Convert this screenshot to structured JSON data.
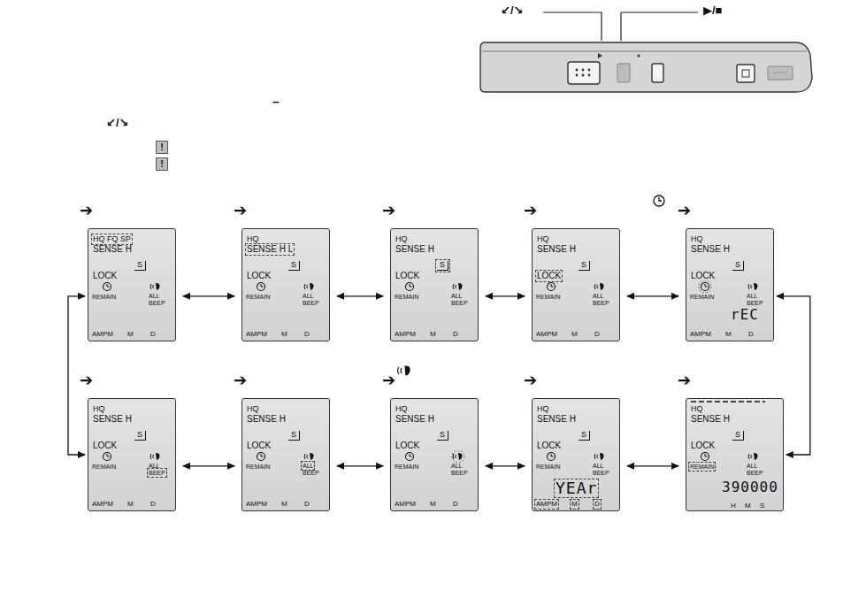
{
  "diagram": {
    "nodes": [
      {
        "text": [
          "HQ FQ SP",
          "SENSE H",
          "S",
          "LOCK",
          "REMAIN",
          "ALL",
          "BEEP",
          "AMPM",
          "M",
          "D"
        ]
      },
      {
        "text": [
          "HQ",
          "SENSE H L",
          "S",
          "LOCK",
          "REMAIN",
          "ALL",
          "BEEP",
          "AMPM",
          "M",
          "D"
        ]
      },
      {
        "text": [
          "HQ",
          "SENSE H",
          "S",
          "LOCK",
          "REMAIN",
          "ALL",
          "BEEP",
          "AMPM",
          "M",
          "D"
        ]
      },
      {
        "text": [
          "HQ",
          "SENSE H",
          "S",
          "LOCK",
          "REMAIN",
          "ALL",
          "BEEP",
          "AMPM",
          "M",
          "D"
        ]
      },
      {
        "text": [
          "HQ",
          "SENSE H",
          "S",
          "LOCK",
          "REMAIN",
          "ALL",
          "BEEP",
          "AMPM",
          "M",
          "D",
          "rEC"
        ]
      },
      {
        "text": [
          "HQ",
          "SENSE H",
          "S",
          "LOCK",
          "REMAIN",
          "ALL",
          "BEEP",
          "AMPM",
          "M",
          "D"
        ]
      },
      {
        "text": [
          "HQ",
          "SENSE H",
          "S",
          "LOCK",
          "REMAIN",
          "ALL",
          "BEEP",
          "AMPM",
          "M",
          "D"
        ]
      },
      {
        "text": [
          "HQ",
          "SENSE H",
          "S",
          "LOCK",
          "REMAIN",
          "ALL",
          "BEEP",
          "AMPM",
          "M",
          "D"
        ]
      },
      {
        "text": [
          "HQ",
          "SENSE H",
          "S",
          "LOCK",
          "REMAIN",
          "ALL",
          "BEEP",
          "AMPM",
          "M",
          "D",
          "YEAr"
        ]
      },
      {
        "text": [
          "HQ",
          "SENSE H",
          "S",
          "LOCK",
          "REMAIN",
          "ALL",
          "BEEP",
          "390000",
          "H",
          "M",
          "S"
        ]
      }
    ],
    "edges": [
      {
        "from": 0,
        "to": 1,
        "arrow": "both"
      },
      {
        "from": 1,
        "to": 2,
        "arrow": "both"
      },
      {
        "from": 2,
        "to": 3,
        "arrow": "both"
      },
      {
        "from": 3,
        "to": 4,
        "arrow": "both"
      },
      {
        "from": 5,
        "to": 6,
        "arrow": "both"
      },
      {
        "from": 6,
        "to": 7,
        "arrow": "both"
      },
      {
        "from": 7,
        "to": 8,
        "arrow": "both"
      },
      {
        "from": 8,
        "to": 9,
        "arrow": "both"
      },
      {
        "from": 0,
        "to": 5,
        "arrow": "both"
      },
      {
        "from": 4,
        "to": 9,
        "arrow": "both"
      }
    ],
    "labels": [
      "↙/↘",
      "▶/■",
      "–",
      "↙/↘",
      "!",
      "!",
      "➔",
      "➔",
      "➔",
      "➔",
      "➔",
      "➔",
      "➔",
      "➔",
      "➔",
      "➔"
    ]
  }
}
